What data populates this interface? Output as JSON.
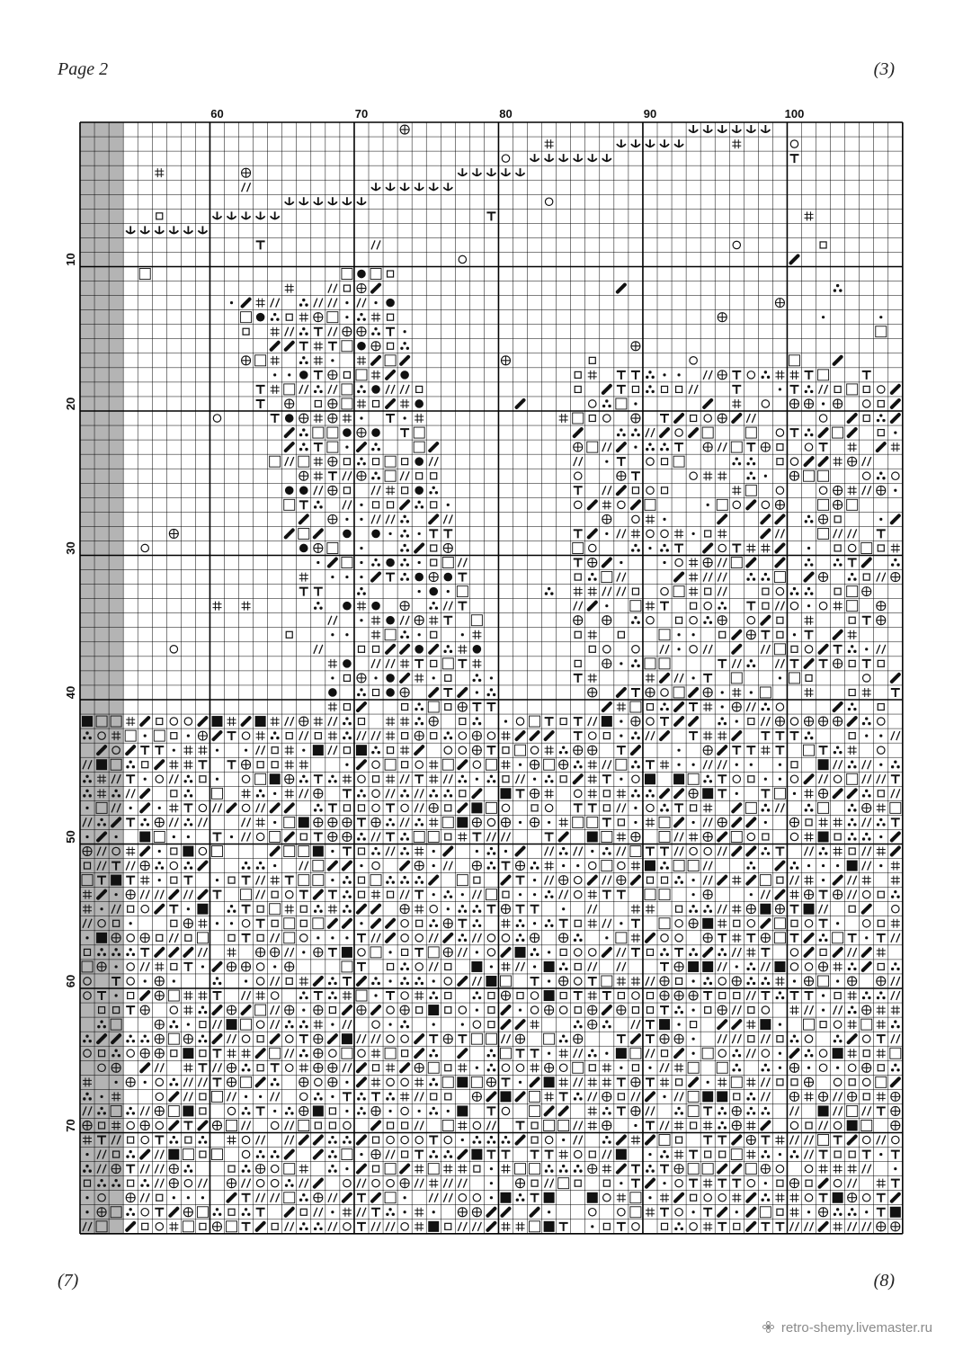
{
  "page": {
    "label": "Page 2",
    "next_page": "(3)",
    "adjacent_left": "(7)",
    "adjacent_right": "(8)"
  },
  "watermark": {
    "text": "retro-shemy.livemaster.ru",
    "icon": "flower-logo-icon"
  },
  "chart_data": {
    "type": "cross-stitch-pattern",
    "col_start": 51,
    "col_end": 107,
    "row_start": 1,
    "row_end": 77,
    "col_labels": [
      "60",
      "70",
      "80",
      "90",
      "100"
    ],
    "row_labels": [
      "10",
      "20",
      "30",
      "40",
      "50",
      "60",
      "70"
    ],
    "shaded_cols": [
      51,
      52,
      53
    ],
    "grid": true,
    "line_color": "#000000",
    "shade_color": "#b4b4b4",
    "symbol_color": "#111111"
  }
}
